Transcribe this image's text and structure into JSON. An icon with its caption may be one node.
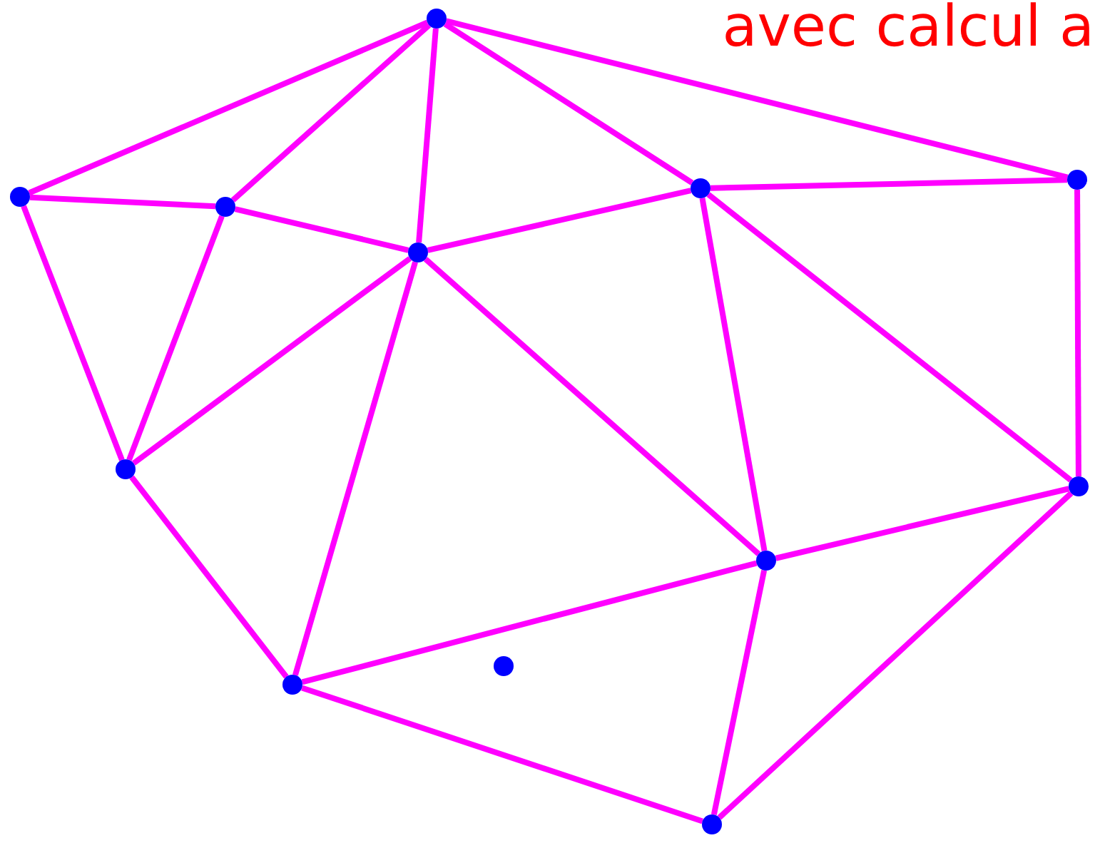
{
  "diagram": {
    "nodes": [
      {
        "text": [],
        "shape": "circle"
      },
      {
        "text": [],
        "shape": "circle"
      },
      {
        "text": [],
        "shape": "circle"
      },
      {
        "text": [],
        "shape": "circle"
      },
      {
        "text": [],
        "shape": "circle"
      },
      {
        "text": [],
        "shape": "circle"
      },
      {
        "text": [],
        "shape": "circle"
      },
      {
        "text": [],
        "shape": "circle"
      },
      {
        "text": [],
        "shape": "circle"
      },
      {
        "text": [],
        "shape": "circle"
      },
      {
        "text": [],
        "shape": "circle"
      },
      {
        "text": [],
        "shape": "circle"
      }
    ],
    "edges": [
      {
        "from": 0,
        "to": 3,
        "arrow": "none"
      },
      {
        "from": 0,
        "to": 4,
        "arrow": "none"
      },
      {
        "from": 0,
        "to": 5,
        "arrow": "none"
      },
      {
        "from": 0,
        "to": 2,
        "arrow": "none"
      },
      {
        "from": 0,
        "to": 1,
        "arrow": "none"
      },
      {
        "from": 3,
        "to": 4,
        "arrow": "none"
      },
      {
        "from": 3,
        "to": 6,
        "arrow": "none"
      },
      {
        "from": 4,
        "to": 5,
        "arrow": "none"
      },
      {
        "from": 4,
        "to": 6,
        "arrow": "none"
      },
      {
        "from": 5,
        "to": 2,
        "arrow": "none"
      },
      {
        "from": 5,
        "to": 6,
        "arrow": "none"
      },
      {
        "from": 5,
        "to": 10,
        "arrow": "none"
      },
      {
        "from": 5,
        "to": 8,
        "arrow": "none"
      },
      {
        "from": 2,
        "to": 1,
        "arrow": "none"
      },
      {
        "from": 2,
        "to": 8,
        "arrow": "none"
      },
      {
        "from": 2,
        "to": 7,
        "arrow": "none"
      },
      {
        "from": 1,
        "to": 7,
        "arrow": "none"
      },
      {
        "from": 6,
        "to": 10,
        "arrow": "none"
      },
      {
        "from": 8,
        "to": 7,
        "arrow": "none"
      },
      {
        "from": 8,
        "to": 10,
        "arrow": "none"
      },
      {
        "from": 8,
        "to": 11,
        "arrow": "none"
      },
      {
        "from": 10,
        "to": 11,
        "arrow": "none"
      },
      {
        "from": 11,
        "to": 7,
        "arrow": "none"
      }
    ],
    "labels": [
      "avec calcul a"
    ]
  }
}
